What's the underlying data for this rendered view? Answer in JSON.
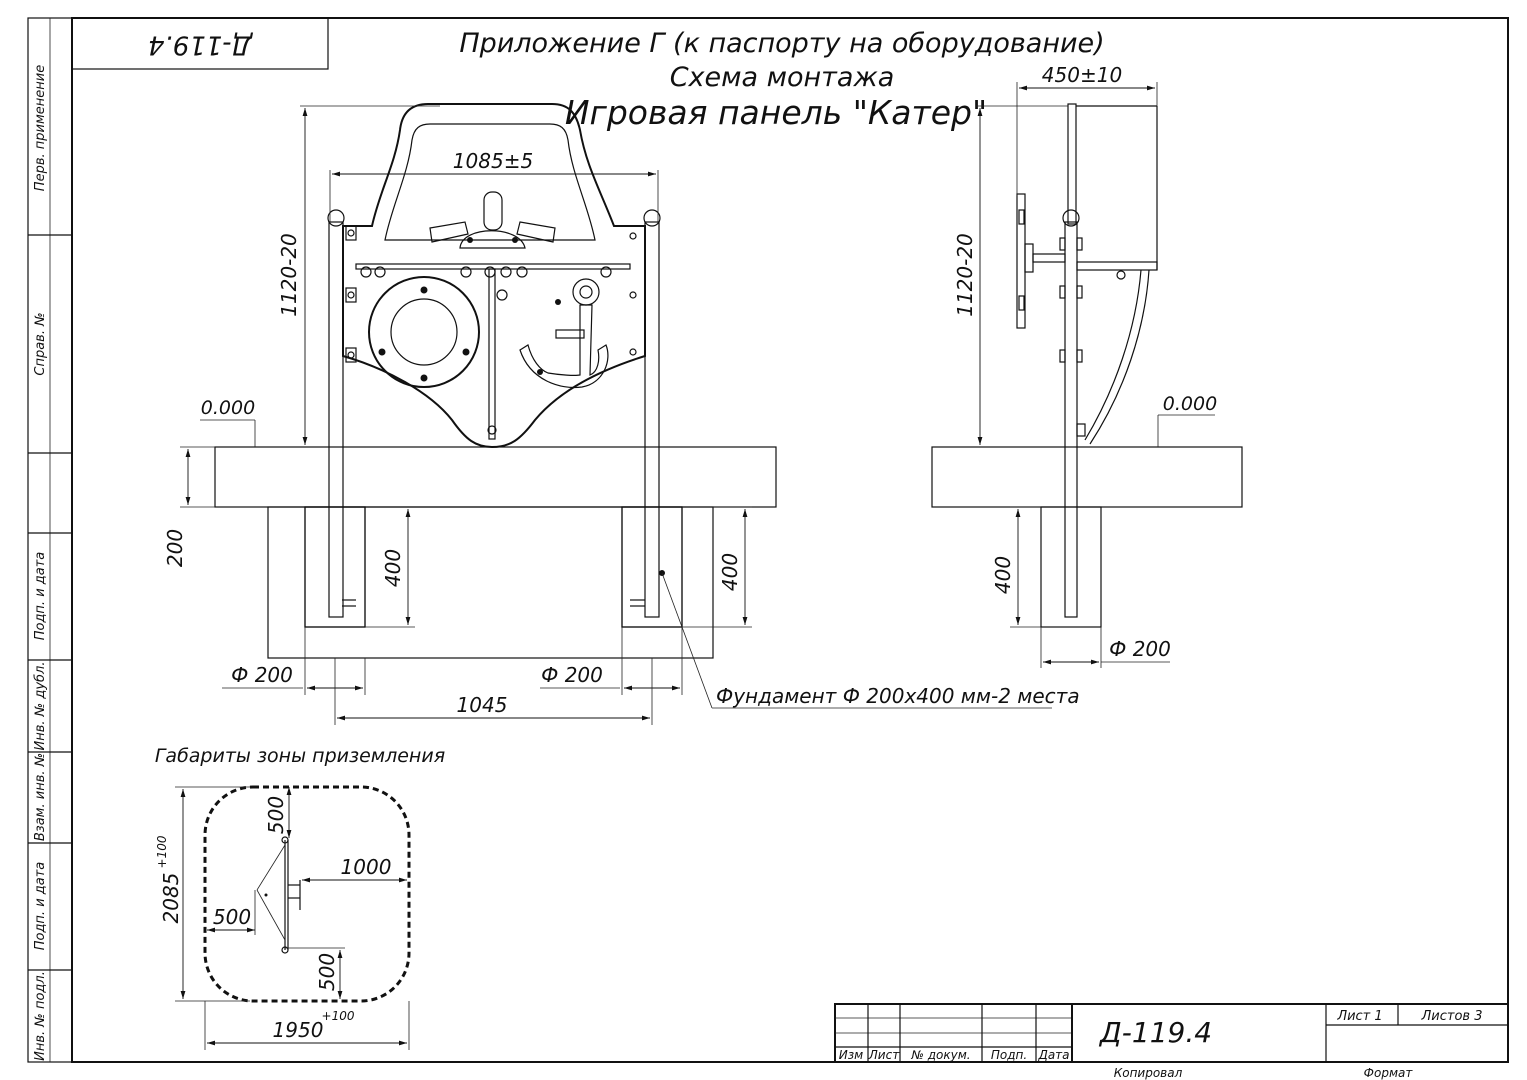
{
  "stamp_code_rotated": "Д-119.4",
  "title": {
    "line1": "Приложение Г (к паспорту на оборудование)",
    "line2": "Схема монтажа",
    "line3": "Игровая панель \"Катер\""
  },
  "side_strip": [
    "Перв. применение",
    "Справ. №",
    "Подп. и дата",
    "Инв. № дубл.",
    "Взам. инв. №",
    "Подп. и дата",
    "Инв. № подл."
  ],
  "front_view": {
    "width_dim": "1085±5",
    "height_dim": "1120-20",
    "level": "0.000",
    "slab_dim": "200",
    "depth_left": "400",
    "depth_right": "400",
    "dia_left": "Ф 200",
    "dia_right": "Ф 200",
    "span_dim": "1045",
    "foundation_note": "Фундамент Ф 200х400 мм-2 места"
  },
  "side_view": {
    "width_dim": "450±10",
    "height_dim": "1120-20",
    "level": "0.000",
    "depth": "400",
    "dia": "Ф 200"
  },
  "zone": {
    "title": "Габариты зоны приземления",
    "height_dim": "2085",
    "height_tol": "+100",
    "width_dim": "1950",
    "width_tol": "+100",
    "d_top": "500",
    "d_right": "1000",
    "d_left": "500",
    "d_bottom": "500"
  },
  "title_block": {
    "code": "Д-119.4",
    "sheet": "Лист 1",
    "sheets": "Листов 3",
    "col_izm": "Изм",
    "col_list": "Лист",
    "col_doc": "№ докум.",
    "col_sign": "Подп.",
    "col_date": "Дата",
    "copied": "Копировал",
    "format": "Формат"
  }
}
